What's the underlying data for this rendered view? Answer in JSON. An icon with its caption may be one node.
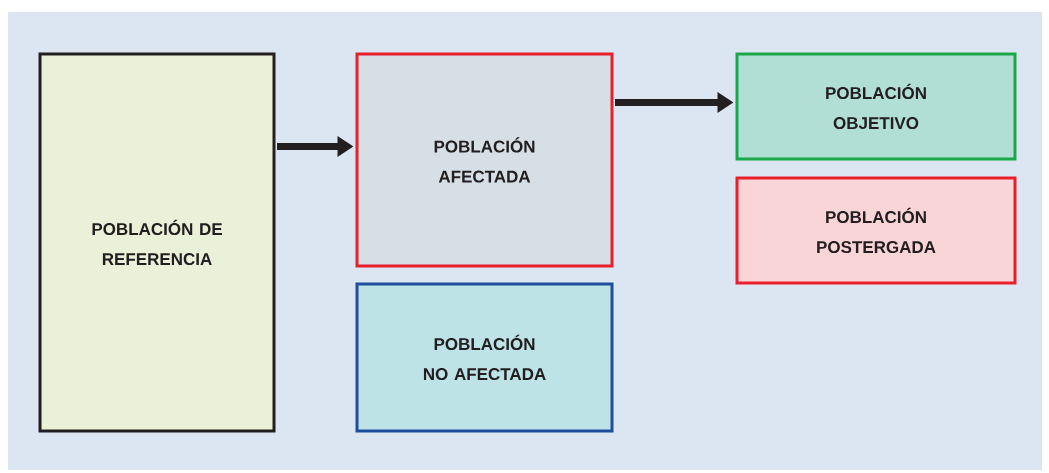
{
  "diagram": {
    "nodes": [
      {
        "text": [
          "POBLACIÓN DE REFERENCIA"
        ]
      },
      {
        "text": [
          "POBLACIÓN AFECTADA"
        ]
      },
      {
        "text": [
          "POBLACIÓN NO AFECTADA"
        ]
      },
      {
        "text": [
          "POBLACIÓN OBJETIVO"
        ]
      },
      {
        "text": [
          "POBLACIÓN POSTERGADA"
        ]
      }
    ],
    "edges": [
      {
        "from": 0,
        "to": 1,
        "arrow": "to"
      },
      {
        "from": 1,
        "to": 3,
        "arrow": "to"
      }
    ]
  }
}
